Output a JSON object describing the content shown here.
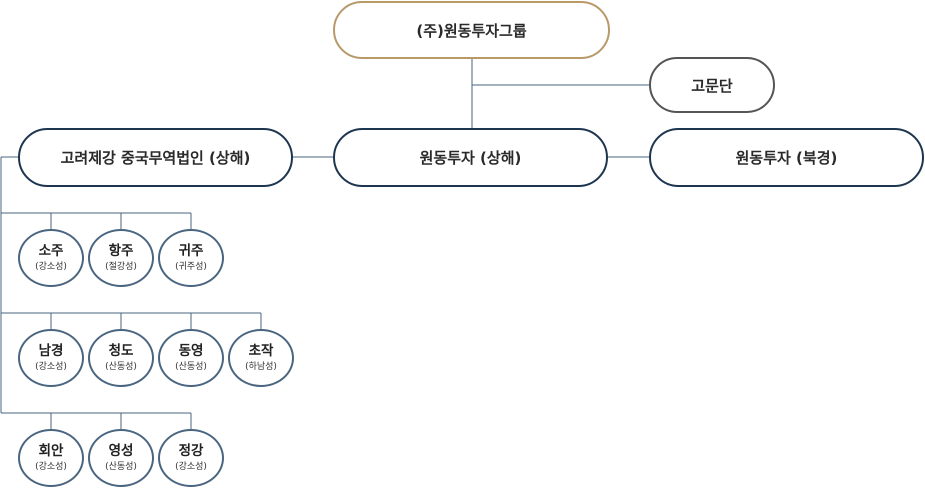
{
  "root": {
    "label": "(주)원동투자그룹"
  },
  "advisor": {
    "label": "고문단"
  },
  "main": {
    "korea": "고려제강 중국무역법인 (상해)",
    "shanghai": "원동투자 (상해)",
    "beijing": "원동투자 (북경)"
  },
  "branches": {
    "row1": [
      {
        "city": "소주",
        "province": "(강소성)"
      },
      {
        "city": "항주",
        "province": "(절강성)"
      },
      {
        "city": "귀주",
        "province": "(귀주성)"
      }
    ],
    "row2": [
      {
        "city": "남경",
        "province": "(강소성)"
      },
      {
        "city": "청도",
        "province": "(산동성)"
      },
      {
        "city": "동영",
        "province": "(산동성)"
      },
      {
        "city": "초작",
        "province": "(하남성)"
      }
    ],
    "row3": [
      {
        "city": "회안",
        "province": "(강소성)"
      },
      {
        "city": "영성",
        "province": "(산동성)"
      },
      {
        "city": "정강",
        "province": "(강소성)"
      }
    ]
  },
  "colors": {
    "root_border": "#b8996a",
    "advisor_border": "#555555",
    "main_border": "#1e3550",
    "branch_border": "#4a6580",
    "connector": "#4a6580"
  }
}
